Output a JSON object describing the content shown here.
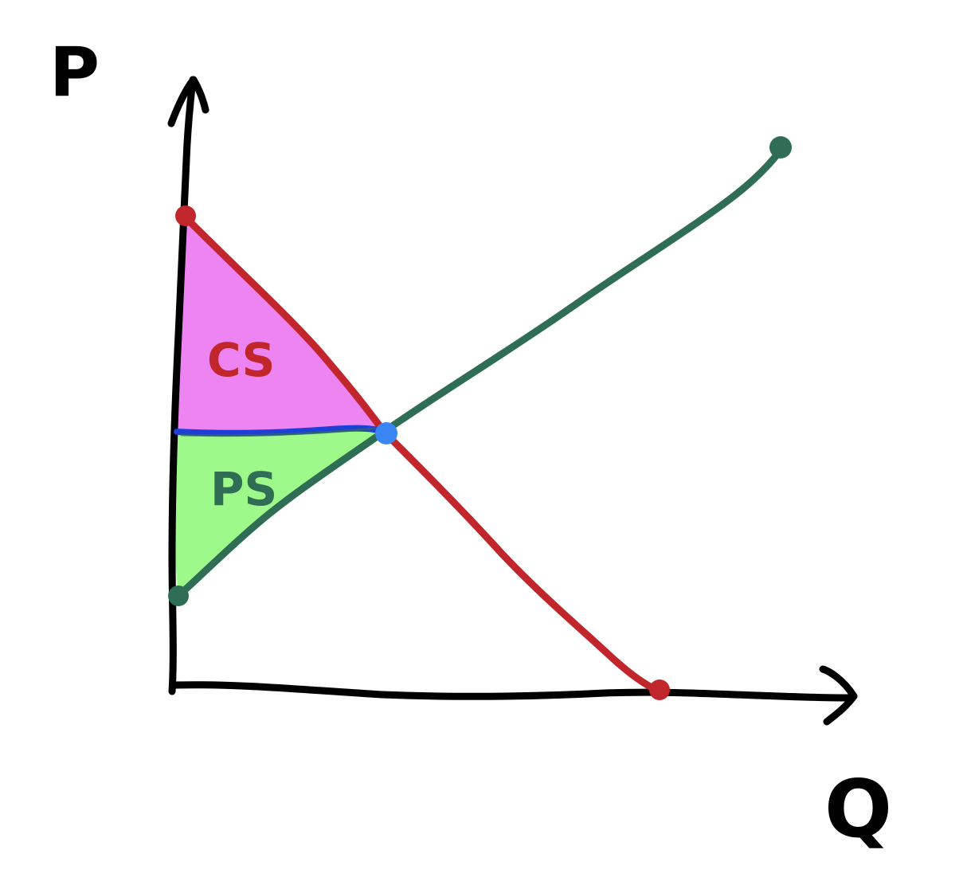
{
  "axes": {
    "y_label": "P",
    "x_label": "Q"
  },
  "regions": {
    "consumer_surplus_label": "CS",
    "producer_surplus_label": "PS"
  },
  "colors": {
    "axis": "#000000",
    "demand": "#c0262b",
    "supply": "#2f6e55",
    "price_line": "#1d3fd6",
    "equilibrium": "#3b86f5",
    "consumer_surplus_fill": "#ee84f2",
    "producer_surplus_fill": "#9ef98b"
  }
}
